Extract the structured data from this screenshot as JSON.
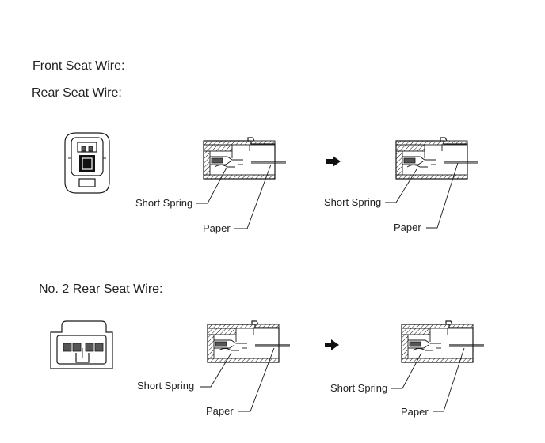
{
  "headings": {
    "front": "Front Seat Wire:",
    "rear": "Rear Seat Wire:",
    "no2_rear": "No. 2 Rear Seat Wire:"
  },
  "callouts": {
    "short_spring": "Short Spring",
    "paper": "Paper"
  },
  "icons": {
    "arrow": "right-arrow-icon",
    "connector": "connector-front-view-icon"
  }
}
